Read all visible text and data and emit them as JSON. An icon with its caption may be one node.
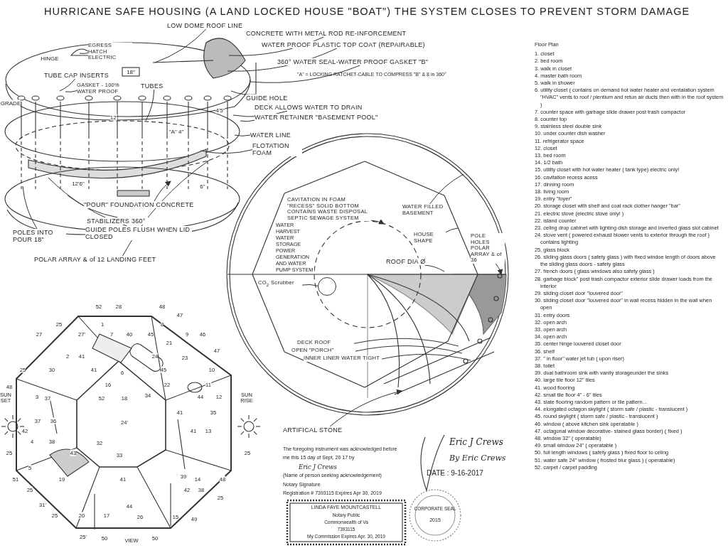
{
  "diagram": {
    "title": "HURRICANE SAFE HOUSING (A LAND LOCKED HOUSE \"BOAT\") THE SYSTEM CLOSES TO PREVENT STORM DAMAGE",
    "nodes": [
      {
        "text": [
          "LOW DOME ROOF LINE"
        ]
      },
      {
        "text": [
          "CONCRETE WITH METAL ROD RE-INFORCEMENT"
        ]
      },
      {
        "text": [
          "WATER PROOF PLASTIC TOP COAT (REPAIRABLE)"
        ]
      },
      {
        "text": [
          "360° WATER SEAL-WATER PROOF GASKET \"B\""
        ]
      },
      {
        "text": [
          "EGRESS HATCH ELECTRIC"
        ]
      },
      {
        "text": [
          "TUBE CAP INSERTS"
        ]
      },
      {
        "text": [
          "GASKET - 100% WATER PROOF"
        ]
      },
      {
        "text": [
          "TUBES"
        ]
      },
      {
        "text": [
          "GUIDE HOLE"
        ]
      },
      {
        "text": [
          "DECK ALLOWS WATER TO DRAIN"
        ]
      },
      {
        "text": [
          "WATER RETAINER \"BASEMENT POOL\""
        ]
      },
      {
        "text": [
          "WATER LINE"
        ]
      },
      {
        "text": [
          "FLOTATION FOAM"
        ]
      },
      {
        "text": [
          "\"POUR\" FOUNDATION CONCRETE"
        ]
      },
      {
        "text": [
          "STABILIZERS 360°"
        ]
      },
      {
        "text": [
          "GUIDE POLES FLUSH WHEN LID CLOSED"
        ]
      },
      {
        "text": [
          "POLES INTO POUR 18\""
        ]
      },
      {
        "text": [
          "POLAR ARRAY & of 12 LANDING FEET"
        ]
      },
      {
        "text": [
          "CAVITATION IN FOAM \"RECESS\" SOLID BOTTOM CONTAINS WASTE DISPOSAL SEPTIC SEWAGE SYSTEM"
        ]
      },
      {
        "text": [
          "WATER FILLED BASEMENT"
        ]
      },
      {
        "text": [
          "HOUSE SHAPE"
        ]
      },
      {
        "text": [
          "ROOF DIA Ø"
        ]
      },
      {
        "text": [
          "POLE HOLES POLAR ARRAY & of 36"
        ]
      },
      {
        "text": [
          "CO$_{2}$ Scrubber"
        ]
      },
      {
        "text": [],
        "shape": "circle"
      },
      {
        "text": [
          "DECK ROOF"
        ]
      },
      {
        "text": [
          "OPEN \"PORCH\""
        ]
      },
      {
        "text": [
          "INNER LINER WATER TIGHT"
        ]
      },
      {
        "text": [
          "ARTIFICAL STONE"
        ]
      }
    ],
    "edges": [
      {
        "from": 0,
        "to": null,
        "arrow": "none"
      },
      {
        "from": 1,
        "to": null,
        "arrow": "none"
      },
      {
        "from": 2,
        "to": null,
        "arrow": "none"
      },
      {
        "from": 3,
        "to": null,
        "arrow": "none"
      },
      {
        "from": 4,
        "to": null,
        "arrow": "none"
      },
      {
        "from": 5,
        "to": null,
        "arrow": "none"
      },
      {
        "from": 6,
        "to": null,
        "arrow": "none"
      },
      {
        "from": 7,
        "to": null,
        "arrow": "none"
      },
      {
        "from": 8,
        "to": null,
        "arrow": "none"
      },
      {
        "from": 9,
        "to": null,
        "arrow": "none"
      },
      {
        "from": 10,
        "to": null,
        "arrow": "none"
      },
      {
        "from": 11,
        "to": null,
        "arrow": "none"
      },
      {
        "from": 12,
        "to": null,
        "arrow": "none"
      },
      {
        "from": 13,
        "to": null,
        "arrow": "to"
      },
      {
        "from": 14,
        "to": null,
        "arrow": "none"
      },
      {
        "from": 15,
        "to": null,
        "arrow": "none"
      },
      {
        "from": 16,
        "to": null,
        "arrow": "none"
      },
      {
        "from": 17,
        "to": null,
        "arrow": "none"
      },
      {
        "from": 18,
        "to": null,
        "arrow": "to"
      },
      {
        "from": 19,
        "to": null,
        "arrow": "none"
      },
      {
        "from": 20,
        "to": null,
        "arrow": "none"
      },
      {
        "from": 21,
        "to": null,
        "arrow": "none"
      },
      {
        "from": 22,
        "to": null,
        "arrow": "to"
      },
      {
        "from": 23,
        "to": 24,
        "arrow": "none"
      },
      {
        "from": 25,
        "to": null,
        "arrow": "none"
      },
      {
        "from": 26,
        "to": null,
        "arrow": "none"
      },
      {
        "from": 27,
        "to": null,
        "arrow": "none"
      },
      {
        "from": 28,
        "to": null,
        "arrow": "to"
      }
    ],
    "labels": [
      "GRADE",
      "HINGE",
      "18\"",
      "12'",
      "4'5\"",
      "\"A\" 4\"",
      "12'6\"",
      "6\"",
      "\"A\" = LOCKING RATCHET-CABLE TO COMPRESS \"B\" & 8 in 360°",
      "WATER HARVEST WATER STORAGE POWER GENERATION AND WATER PUMP SYSTEM",
      "52",
      "28",
      "48",
      "47",
      "25",
      "1",
      "8",
      "27",
      "27'",
      "7",
      "40",
      "45",
      "9",
      "46",
      "21",
      "47",
      "2",
      "41",
      "24",
      "23",
      "25",
      "30",
      "41",
      "6",
      "45",
      "10",
      "48",
      "16",
      "22",
      "11",
      "SUN SET",
      "3",
      "37",
      "52",
      "18",
      "34",
      "44",
      "12",
      "SUN RISE",
      "41",
      "35",
      "37",
      "36",
      "24'",
      "42",
      "41",
      "13",
      "4",
      "38",
      "32",
      "25",
      "43",
      "33",
      "25",
      "5",
      "51",
      "19",
      "41",
      "39",
      "14",
      "48",
      "25",
      "42",
      "38",
      "25",
      "31'",
      "44",
      "25",
      "20",
      "17",
      "26",
      "15",
      "49",
      "25'",
      "50",
      "VIEW",
      "50",
      "Floor Plan",
      "1. closet",
      "2. bed room",
      "3. walk in closet",
      "4. master bath room",
      "5. walk in shower",
      "6. utility closet ( contains on demand hot water heater and ventalation system \"HVAC\" vents to roof / plentium and retun air ducts then with in the roof system )",
      "7. counter space with garbage slide drawer post trash compactor",
      "8. counter top",
      "9. stainless steel double sink",
      "10. under counter dish washer",
      "11. refrigerator space",
      "12. closet",
      "13. bed room",
      "14. 1/2 bath",
      "15. utility closet with hot water heater ( tank type) electric only!",
      "16. cavitation recess acess",
      "17. dinning room",
      "18. living room",
      "19. entry \"foyer\"",
      "20. storage closet with shelf and coat rack clother hanger \"bar\"",
      "21. electric stove (electric stove only! )",
      "22. island counter",
      "23. celing drop cabinet with lighting dish storage and inverted glass slot cabinet",
      "24. stove vent ( powered exhaust blower vents to exterior through the roof ) contains lighting",
      "25. glass block",
      "26. sliding glass doors ( safety glass ) with fixed windoe length of doors above the sliding glass doors - safety glass",
      "27. french doors ( glass windows also safety glass )",
      "28. garbage block\" post trash compactor exterior slide drawer loads from the interior",
      "29. sliding closet door \"louvered door\"",
      "30. sliding closet door \"louvered door\" in wall recess hidden in the wall when open",
      "31. entry doors",
      "32. open arch",
      "33. open arch",
      "34. open arch",
      "35. center hinge louvered closet door",
      "36. shelf",
      "37. \" in floor\" water jet tub ( upon riser)",
      "38. toilet",
      "39. dual bathroom sink with vanity storageunder the sinks",
      "40. large tile floor 12\" tiles",
      "41. wood flooring",
      "42. small tile floor 4\" - 6\" tiles",
      "43. slate flooring random pattern or tile pattern...",
      "44. elongated octagon skylight ( storm safe / plastic - translucent )",
      "45. round skylight ( storm safe / plastic - translucent )",
      "46. window ( above kitchen sink operatable )",
      "47. octagonal window decorative- stained glass border) ( fixed )",
      "48. window 32\" ( operatable)",
      "49. small window 24\" ( operatable )",
      "50. full length windows ( safety glass ) fixed floor to celing",
      "51. water safe 24\" window ( frosted blur glass ) ( operatable)",
      "52. carpet / carpet padding",
      "The foregoing instrument was acknowledged before",
      "me this 15 day of Sept, 20 17 by",
      "Eric J Crews",
      "(Name of person seeking acknowledgement)",
      "Notary Signature",
      "Registration # 7393115 Expires Apr 30, 2019",
      "LINDA FAYE MOUNTCASTELL",
      "Notary Public",
      "Commonwealth of Va",
      "7393115",
      "My Commission Expires Apr. 30, 2019",
      "Eric J Crews",
      "By Eric Crews",
      "DATE : 9-16-2017",
      "CORPORATE SEAL",
      "2015"
    ]
  }
}
